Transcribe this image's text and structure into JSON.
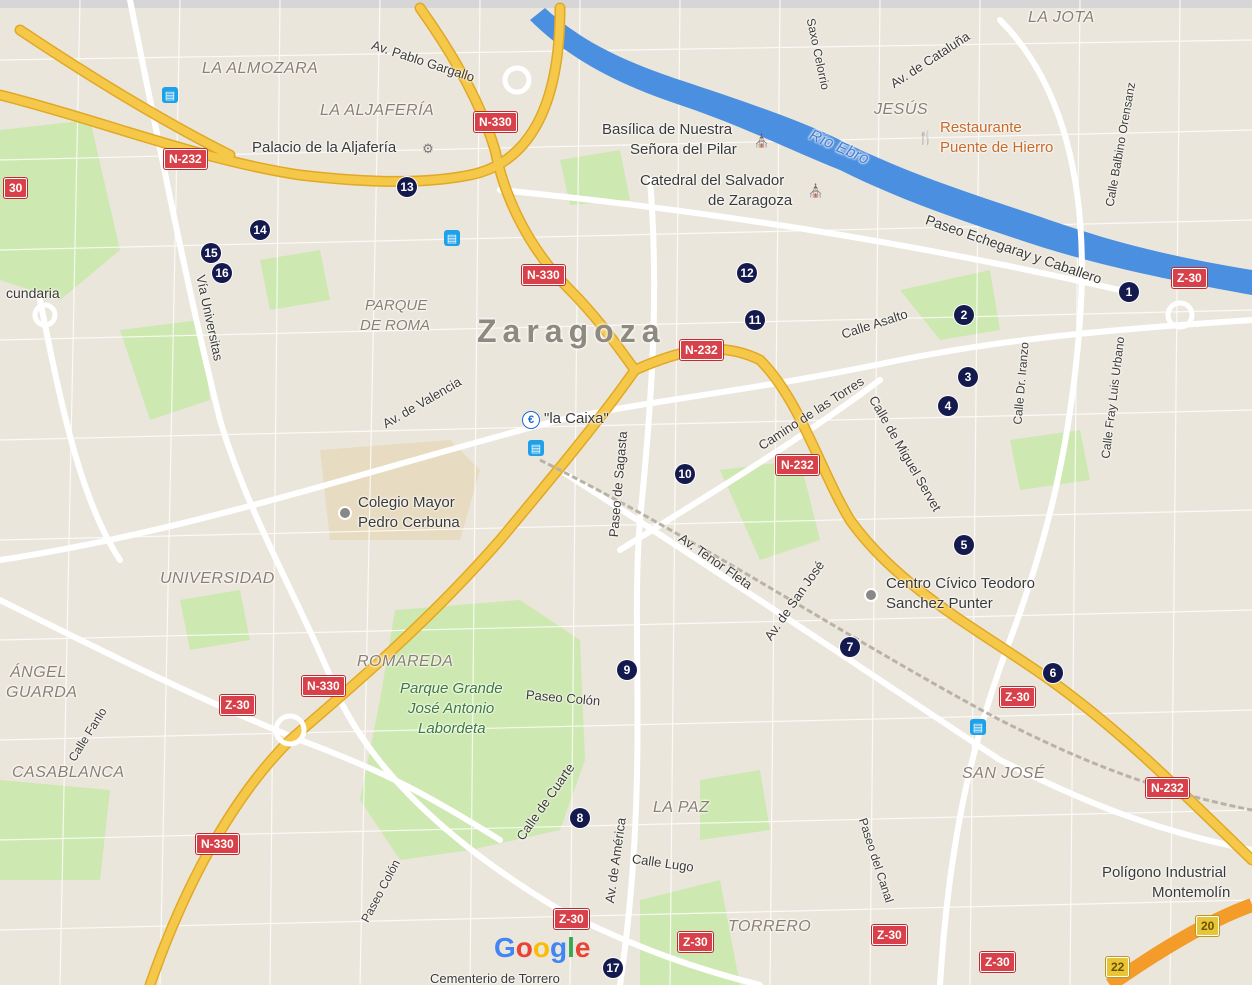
{
  "city_label": "Zaragoza",
  "districts": [
    "LA ALMOZARA",
    "LA ALJAFERÍA",
    "JESÚS",
    "LA JOTA",
    "UNIVERSIDAD",
    "ROMAREDA",
    "ÁNGEL",
    "GUARDA",
    "CASABLANCA",
    "LA PAZ",
    "TORRERO",
    "SAN JOSÉ"
  ],
  "streets": [
    "Av. Pablo Gargallo",
    "Av. de Cataluña",
    "Calle Balbino Orensanz",
    "Saxo Celorrio",
    "Paseo Echegaray y Caballero",
    "Calle Asalto",
    "Calle Dr. Iranzo",
    "Calle Fray Luis Urbano",
    "Camino de las Torres",
    "Calle de Miguel Servet",
    "Av. de Valencia",
    "Vía Universitas",
    "cundaria",
    "Paseo de Sagasta",
    "Av. Tenor Fleta",
    "Av. de San José",
    "Paseo Colón",
    "Calle de Cuarte",
    "Av. de América",
    "Calle Lugo",
    "Paseo del Canal",
    "Paseo Colón",
    "Calle Fanlo"
  ],
  "river": "Río Ebro",
  "places": {
    "aljaferia": "Palacio de la Aljafería",
    "basilica_1": "Basílica de Nuestra",
    "basilica_2": "Señora del Pilar",
    "catedral_1": "Catedral del Salvador",
    "catedral_2": "de Zaragoza",
    "rest_1": "Restaurante",
    "rest_2": "Puente de Hierro",
    "caixa": "\"la Caixa\"",
    "colegio_1": "Colegio Mayor",
    "colegio_2": "Pedro Cerbuna",
    "centro_1": "Centro Cívico Teodoro",
    "centro_2": "Sanchez Punter",
    "poligono_1": "Polígono Industrial",
    "poligono_2": "Montemolín",
    "cementerio": "Cementerio de Torrero",
    "parque_roma_1": "PARQUE",
    "parque_roma_2": "DE ROMA",
    "parque_grande_1": "Parque Grande",
    "parque_grande_2": "José Antonio",
    "parque_grande_3": "Labordeta"
  },
  "road_shields": [
    {
      "label": "N-330",
      "type": "red"
    },
    {
      "label": "N-232",
      "type": "red"
    },
    {
      "label": "30",
      "type": "red"
    },
    {
      "label": "N-330",
      "type": "red"
    },
    {
      "label": "N-232",
      "type": "red"
    },
    {
      "label": "N-232",
      "type": "red"
    },
    {
      "label": "Z-30",
      "type": "red"
    },
    {
      "label": "Z-30",
      "type": "red"
    },
    {
      "label": "Z-30",
      "type": "red"
    },
    {
      "label": "N-330",
      "type": "red"
    },
    {
      "label": "N-330",
      "type": "red"
    },
    {
      "label": "Z-30",
      "type": "red"
    },
    {
      "label": "Z-30",
      "type": "red"
    },
    {
      "label": "Z-30",
      "type": "red"
    },
    {
      "label": "Z-30",
      "type": "red"
    },
    {
      "label": "N-232",
      "type": "red"
    },
    {
      "label": "20",
      "type": "yellow"
    },
    {
      "label": "22",
      "type": "yellow"
    }
  ],
  "markers": [
    "1",
    "2",
    "3",
    "4",
    "5",
    "6",
    "7",
    "8",
    "9",
    "10",
    "11",
    "12",
    "13",
    "14",
    "15",
    "16",
    "17"
  ],
  "logo": {
    "letters": [
      "G",
      "o",
      "o",
      "g",
      "l",
      "e"
    ],
    "colors": [
      "#4285f4",
      "#ea4335",
      "#fbbc05",
      "#4285f4",
      "#34a853",
      "#ea4335"
    ]
  },
  "icons": {
    "transit": "transit-icon",
    "church": "church-icon",
    "restaurant": "restaurant-icon",
    "bank": "bank-icon",
    "poi": "poi-dot-icon"
  },
  "colors": {
    "land": "#ebe6dc",
    "park": "#cde8b0",
    "water": "#4a8fe0",
    "highway": "#f6c84a",
    "marker": "#141a4d",
    "shield": "#d9414a"
  }
}
